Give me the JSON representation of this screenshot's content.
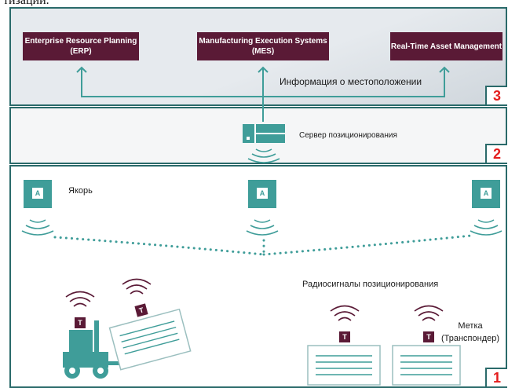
{
  "top_fragment": "тизации.",
  "systems": {
    "erp": "Enterprise Resource Planning (ERP)",
    "mes": "Manufacturing Execution Systems (MES)",
    "rtam": "Real-Time Asset Management"
  },
  "location_info_label": "Информация о местоположении",
  "server_label": "Сервер позиционирования",
  "anchor_label": "Якорь",
  "anchor_letter": "A",
  "radio_signals_label": "Радиосигналы позиционирования",
  "tag_label": "Метка (Транспондер)",
  "tag_letter": "T",
  "panel_numbers": {
    "p1": "1",
    "p2": "2",
    "p3": "3"
  },
  "colors": {
    "frame": "#2a6a6a",
    "system_box": "#5a1a36",
    "teal": "#3f9d99",
    "number": "#e41d1d"
  }
}
